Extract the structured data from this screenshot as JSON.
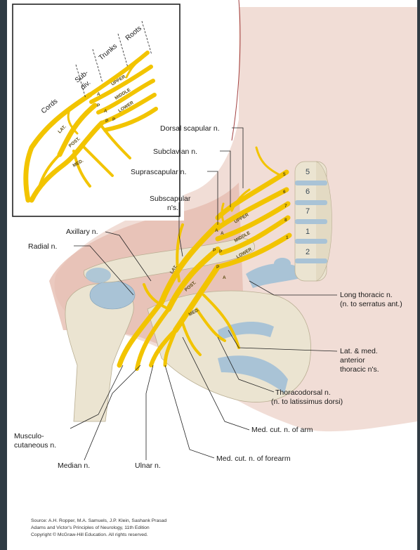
{
  "inset": {
    "region_labels": [
      "Cords",
      "Sub-",
      "div.",
      "Trunks",
      "Roots"
    ],
    "trunk_labels": [
      "UPPER",
      "MIDDLE",
      "LOWER"
    ],
    "cord_labels": [
      "LAT.",
      "POST.",
      "MED."
    ],
    "division_letters": [
      "A",
      "P",
      "A",
      "P",
      "P"
    ]
  },
  "labels": {
    "dorsal_scapular": "Dorsal scapular n.",
    "subclavian": "Subclavian n.",
    "suprascapular": "Suprascapular n.",
    "subscapular_1": "Subscapular",
    "subscapular_2": "n's.",
    "axillary": "Axillary n.",
    "radial": "Radial n.",
    "long_thoracic_1": "Long thoracic n.",
    "long_thoracic_2": "(n. to serratus ant.)",
    "lat_med_1": "Lat. & med.",
    "lat_med_2": "anterior",
    "lat_med_3": "thoracic n's.",
    "thoracodorsal_1": "Thoracodorsal n.",
    "thoracodorsal_2": "(n. to latissimus dorsi)",
    "med_cut_arm": "Med. cut. n. of arm",
    "musculo_1": "Musculo-",
    "musculo_2": "cutaneous n.",
    "median": "Median n.",
    "ulnar": "Ulnar n.",
    "med_cut_forearm": "Med. cut. n. of forearm"
  },
  "main_nerve_labels": {
    "upper": "UPPER",
    "middle": "MIDDLE",
    "lower": "LOWER",
    "lat": "LAT.",
    "post": "POST.",
    "med": "MED.",
    "root_numbers": [
      "5",
      "6",
      "7",
      "8",
      "1"
    ],
    "division_letters": [
      "A",
      "A",
      "P",
      "P",
      "P",
      "A"
    ]
  },
  "vertebrae": [
    "5",
    "6",
    "7",
    "1",
    "2"
  ],
  "source": {
    "line1": "Source: A.H. Ropper, M.A. Samuels, J.P. Klein, Sashank Prasad",
    "line2": "Adams and Victor's Principles of Neurology, 11th Edition",
    "line3": "Copyright © McGraw-Hill Education. All rights reserved."
  },
  "colors": {
    "nerve": "#f2c400",
    "skin": "#e8c8bd",
    "bone": "#e9e2cf",
    "cartilage": "#a9c3d6",
    "background": "#2f3b44"
  }
}
